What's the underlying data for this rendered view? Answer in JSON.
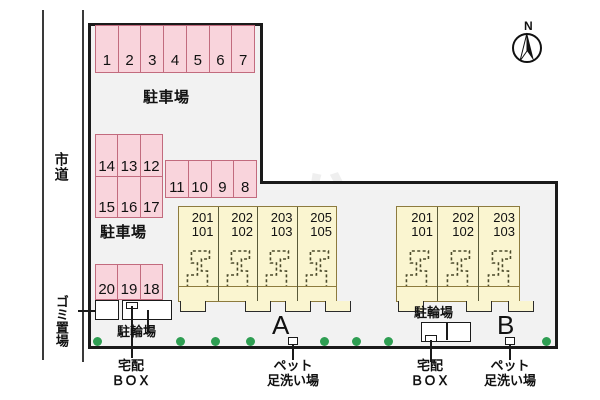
{
  "map": {
    "title": "apartment-site-plan",
    "colors": {
      "stall_fill": "#f9d4dc",
      "stall_border": "#c26b7e",
      "building_fill": "#faf5d0",
      "building_border": "#8d7b3e",
      "site_fill": "#f2f2f2",
      "site_border": "#1a1a1a",
      "shrub": "#2e9e52",
      "road_line": "#3a3a3a"
    }
  },
  "compass": {
    "label": "N",
    "icon": "compass-north-icon"
  },
  "road": {
    "label": "市道"
  },
  "parking": {
    "label_upper": "駐車場",
    "label_lower": "駐車場",
    "row_top": [
      "1",
      "2",
      "3",
      "4",
      "5",
      "6",
      "7"
    ],
    "row_mid_upper": [
      "14",
      "13",
      "12"
    ],
    "row_mid_lower": [
      "15",
      "16",
      "17"
    ],
    "row_right": [
      "11",
      "10",
      "9",
      "8"
    ],
    "row_bottom": [
      "20",
      "19",
      "18"
    ]
  },
  "buildings": [
    {
      "name": "A",
      "letter": "A",
      "units": [
        {
          "upper": "201",
          "lower": "101"
        },
        {
          "upper": "202",
          "lower": "102"
        },
        {
          "upper": "203",
          "lower": "103"
        },
        {
          "upper": "205",
          "lower": "105"
        }
      ]
    },
    {
      "name": "B",
      "letter": "B",
      "units": [
        {
          "upper": "201",
          "lower": "101"
        },
        {
          "upper": "202",
          "lower": "102"
        },
        {
          "upper": "203",
          "lower": "103"
        }
      ]
    }
  ],
  "facilities": {
    "garbage": "ゴミ置場",
    "bicycle_a": "駐輪場",
    "bicycle_b": "駐輪場",
    "delivery_a_line1": "宅配",
    "delivery_a_line2": "ＢＯＸ",
    "delivery_b_line1": "宅配",
    "delivery_b_line2": "ＢＯＸ",
    "petwash_a_line1": "ペット",
    "petwash_a_line2": "足洗い場",
    "petwash_b_line1": "ペット",
    "petwash_b_line2": "足洗い場"
  }
}
